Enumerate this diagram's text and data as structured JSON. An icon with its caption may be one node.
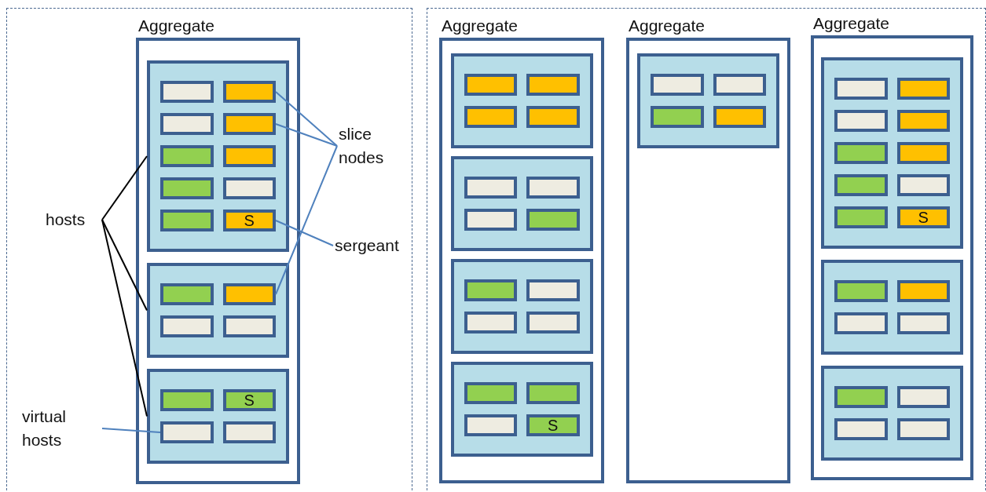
{
  "diagram": {
    "nodes": [
      {
        "text": [],
        "shape": "box"
      },
      {
        "text": [
          "Aggregate"
        ],
        "in": 0
      },
      {
        "text": [],
        "shape": "box",
        "in": 1
      },
      {
        "text": [],
        "shape": "box",
        "in": 2
      },
      {
        "text": [],
        "shape": "box",
        "in": 2
      },
      {
        "text": [],
        "shape": "box",
        "in": 2
      },
      {
        "text": [],
        "shape": "box",
        "in": 2
      },
      {
        "text": [],
        "shape": "box",
        "in": 2
      },
      {
        "text": [],
        "shape": "box",
        "in": 2
      },
      {
        "text": [],
        "shape": "box",
        "in": 2
      },
      {
        "text": [],
        "shape": "box",
        "in": 2
      },
      {
        "text": [],
        "shape": "box",
        "in": 2
      },
      {
        "text": [
          "S"
        ],
        "in": 2
      },
      {
        "text": [],
        "shape": "box",
        "in": 1
      },
      {
        "text": [],
        "shape": "box",
        "in": 13
      },
      {
        "text": [],
        "shape": "box",
        "in": 13
      },
      {
        "text": [],
        "shape": "box",
        "in": 13
      },
      {
        "text": [],
        "shape": "box",
        "in": 13
      },
      {
        "text": [],
        "shape": "box",
        "in": 1
      },
      {
        "text": [],
        "shape": "box",
        "in": 18
      },
      {
        "text": [
          "S"
        ],
        "in": 18
      },
      {
        "text": [],
        "shape": "box",
        "in": 18
      },
      {
        "text": [],
        "shape": "box",
        "in": 18
      },
      {
        "text": [
          "hosts"
        ],
        "in": 0
      },
      {
        "text": [
          "slice nodes"
        ],
        "in": 0
      },
      {
        "text": [
          "sergeant"
        ],
        "in": 0
      },
      {
        "text": [
          "virtual hosts"
        ],
        "in": 0
      },
      {
        "text": [],
        "shape": "box"
      },
      {
        "text": [
          "Aggregate"
        ],
        "in": 27
      },
      {
        "text": [],
        "shape": "box",
        "in": 28
      },
      {
        "text": [],
        "shape": "box",
        "in": 29
      },
      {
        "text": [],
        "shape": "box",
        "in": 29
      },
      {
        "text": [],
        "shape": "box",
        "in": 29
      },
      {
        "text": [],
        "shape": "box",
        "in": 29
      },
      {
        "text": [],
        "shape": "box",
        "in": 28
      },
      {
        "text": [],
        "shape": "box",
        "in": 34
      },
      {
        "text": [],
        "shape": "box",
        "in": 34
      },
      {
        "text": [],
        "shape": "box",
        "in": 34
      },
      {
        "text": [],
        "shape": "box",
        "in": 34
      },
      {
        "text": [],
        "shape": "box",
        "in": 28
      },
      {
        "text": [],
        "shape": "box",
        "in": 39
      },
      {
        "text": [],
        "shape": "box",
        "in": 39
      },
      {
        "text": [],
        "shape": "box",
        "in": 39
      },
      {
        "text": [],
        "shape": "box",
        "in": 39
      },
      {
        "text": [],
        "shape": "box",
        "in": 28
      },
      {
        "text": [],
        "shape": "box",
        "in": 44
      },
      {
        "text": [],
        "shape": "box",
        "in": 44
      },
      {
        "text": [],
        "shape": "box",
        "in": 44
      },
      {
        "text": [
          "S"
        ],
        "in": 44
      },
      {
        "text": [
          "Aggregate"
        ],
        "in": 27
      },
      {
        "text": [],
        "shape": "box",
        "in": 49
      },
      {
        "text": [],
        "shape": "box",
        "in": 50
      },
      {
        "text": [],
        "shape": "box",
        "in": 50
      },
      {
        "text": [],
        "shape": "box",
        "in": 50
      },
      {
        "text": [],
        "shape": "box",
        "in": 50
      },
      {
        "text": [
          "Aggregate"
        ],
        "in": 27
      },
      {
        "text": [],
        "shape": "box",
        "in": 55
      },
      {
        "text": [],
        "shape": "box",
        "in": 56
      },
      {
        "text": [],
        "shape": "box",
        "in": 56
      },
      {
        "text": [],
        "shape": "box",
        "in": 56
      },
      {
        "text": [],
        "shape": "box",
        "in": 56
      },
      {
        "text": [],
        "shape": "box",
        "in": 56
      },
      {
        "text": [],
        "shape": "box",
        "in": 56
      },
      {
        "text": [],
        "shape": "box",
        "in": 56
      },
      {
        "text": [],
        "shape": "box",
        "in": 56
      },
      {
        "text": [],
        "shape": "box",
        "in": 56
      },
      {
        "text": [
          "S"
        ],
        "in": 56
      },
      {
        "text": [],
        "shape": "box",
        "in": 55
      },
      {
        "text": [],
        "shape": "box",
        "in": 67
      },
      {
        "text": [],
        "shape": "box",
        "in": 67
      },
      {
        "text": [],
        "shape": "box",
        "in": 67
      },
      {
        "text": [],
        "shape": "box",
        "in": 67
      },
      {
        "text": [],
        "shape": "box",
        "in": 55
      },
      {
        "text": [],
        "shape": "box",
        "in": 72
      },
      {
        "text": [],
        "shape": "box",
        "in": 72
      },
      {
        "text": [],
        "shape": "box",
        "in": 72
      },
      {
        "text": [],
        "shape": "box",
        "in": 72
      }
    ],
    "edges": [
      {
        "from": 23,
        "to": 2,
        "arrow": "none",
        "color": "#000000"
      },
      {
        "from": 23,
        "to": 13,
        "arrow": "none",
        "color": "#000000"
      },
      {
        "from": 23,
        "to": 18,
        "arrow": "none",
        "color": "#000000"
      },
      {
        "from": 24,
        "to": 4,
        "arrow": "none"
      },
      {
        "from": 24,
        "to": 6,
        "arrow": "none"
      },
      {
        "from": 24,
        "to": 15,
        "arrow": "none"
      },
      {
        "from": 25,
        "to": 12,
        "arrow": "none"
      },
      {
        "from": 26,
        "to": 21,
        "arrow": "none"
      }
    ]
  }
}
